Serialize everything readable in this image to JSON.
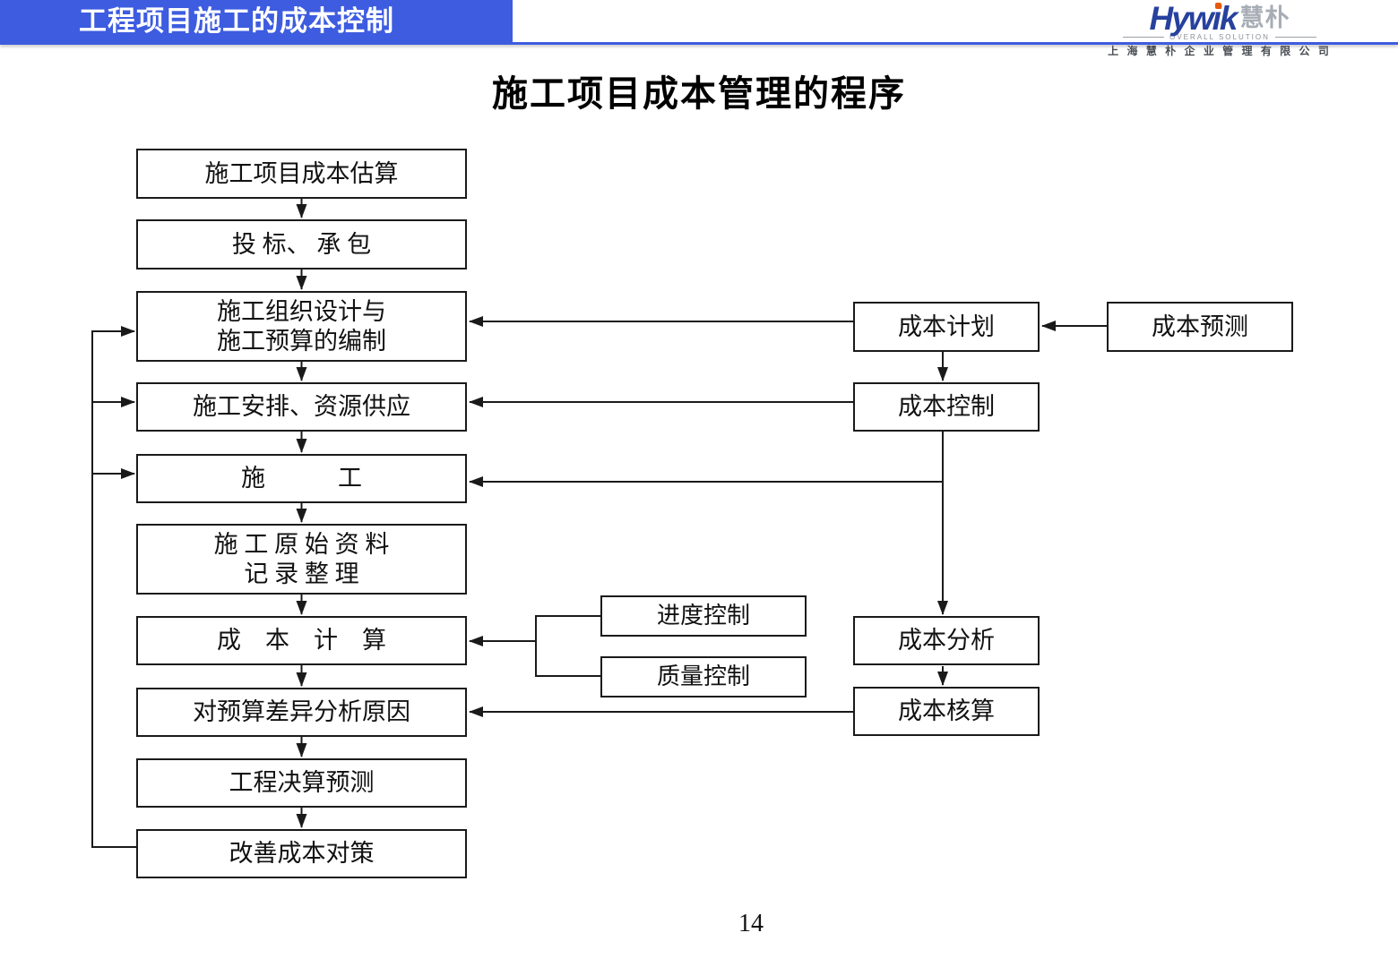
{
  "header": {
    "title": "工程项目施工的成本控制",
    "bar_color": "#3d5ce0"
  },
  "logo": {
    "brand": "Hywik",
    "brand_cjk": "慧朴",
    "tagline": "OVERALL SOLUTION",
    "company": "上 海 慧 朴 企 业 管 理 有 限 公 司",
    "brand_color": "#27419e",
    "accent_color": "#e8590c"
  },
  "slide": {
    "title": "施工项目成本管理的程序",
    "page_number": "14"
  },
  "flowchart": {
    "main_boxes": [
      {
        "id": "estimate",
        "label": "施工项目成本估算"
      },
      {
        "id": "bid",
        "label": "投 标、 承 包"
      },
      {
        "id": "org-design",
        "label": "施工组织设计与\n施工预算的编制"
      },
      {
        "id": "arrange",
        "label": "施工安排、资源供应"
      },
      {
        "id": "construct",
        "label": "施　　　工"
      },
      {
        "id": "records",
        "label": "施 工 原 始 资 料\n记 录 整 理"
      },
      {
        "id": "cost-calc",
        "label": "成　本　计　算"
      },
      {
        "id": "variance",
        "label": "对预算差异分析原因"
      },
      {
        "id": "final-forecast",
        "label": "工程决算预测"
      },
      {
        "id": "improve",
        "label": "改善成本对策"
      }
    ],
    "side_boxes": [
      {
        "id": "cost-plan",
        "label": "成本计划"
      },
      {
        "id": "cost-forecast",
        "label": "成本预测"
      },
      {
        "id": "cost-control",
        "label": "成本控制"
      },
      {
        "id": "cost-analysis",
        "label": "成本分析"
      },
      {
        "id": "cost-accounting",
        "label": "成本核算"
      }
    ],
    "mid_boxes": [
      {
        "id": "schedule-control",
        "label": "进度控制"
      },
      {
        "id": "quality-control",
        "label": "质量控制"
      }
    ],
    "edges": [
      "施工项目成本估算→投标、承包",
      "投标、承包→施工组织设计与施工预算的编制",
      "施工组织设计与施工预算的编制→施工安排、资源供应",
      "施工安排、资源供应→施工",
      "施工→施工原始资料记录整理",
      "施工原始资料记录整理→成本计算",
      "成本计算→对预算差异分析原因",
      "对预算差异分析原因→工程决算预测",
      "工程决算预测→改善成本对策",
      "改善成本对策→施工组织设计与施工预算的编制",
      "改善成本对策→施工安排、资源供应",
      "改善成本对策→施工",
      "成本预测→成本计划",
      "成本计划→施工组织设计与施工预算的编制",
      "成本计划→成本控制",
      "成本控制→施工安排、资源供应",
      "成本控制→施工",
      "成本控制→成本分析",
      "成本分析→成本核算",
      "成本核算→对预算差异分析原因",
      "进度控制→成本计算",
      "质量控制→成本计算"
    ]
  }
}
